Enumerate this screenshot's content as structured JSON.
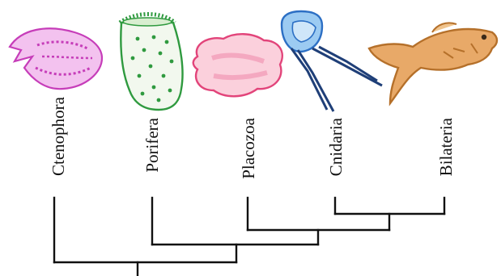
{
  "tree": {
    "taxa": [
      {
        "label": "Ctenophora",
        "organism": "comb-jelly-illustration",
        "color": "#d44fc8"
      },
      {
        "label": "Porifera",
        "organism": "sponge-illustration",
        "color": "#3aa34a"
      },
      {
        "label": "Placozoa",
        "organism": "placozoan-illustration",
        "color": "#e8437a"
      },
      {
        "label": "Cnidaria",
        "organism": "box-jellyfish-illustration",
        "color": "#2f7fd6"
      },
      {
        "label": "Bilateria",
        "organism": "fish-illustration",
        "color": "#d98a2e"
      }
    ],
    "line_color": "#111111"
  }
}
